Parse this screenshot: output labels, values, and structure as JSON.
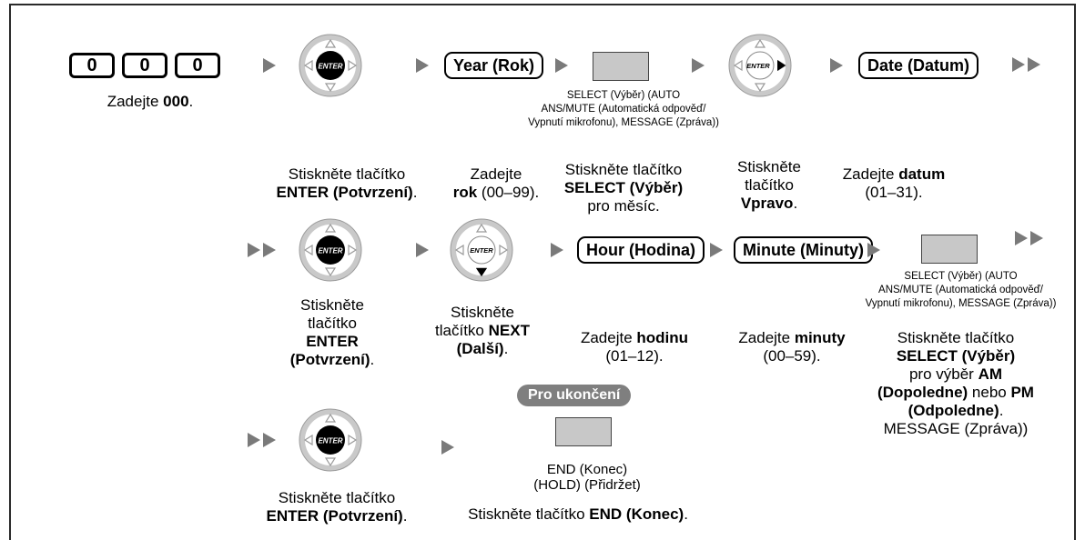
{
  "keys": {
    "zero_1": "0",
    "zero_2": "0",
    "zero_3": "0"
  },
  "enter_logo": "ENTER",
  "pills": {
    "year": "Year (Rok)",
    "date": "Date (Datum)",
    "hour": "Hour (Hodina)",
    "minute": "Minute (Minuty)",
    "end_badge": "Pro ukončení"
  },
  "captions": {
    "select_a": [
      "SELECT (Výběr) (AUTO",
      "ANS/MUTE (Automatická odpověď/",
      "Vypnutí mikrofonu), MESSAGE (Zpráva))"
    ],
    "select_b": [
      "SELECT (Výběr) (AUTO",
      "ANS/MUTE (Automatická odpověď/",
      "Vypnutí mikrofonu), MESSAGE (Zpráva))"
    ],
    "end_btn": [
      "END (Konec)",
      "(HOLD) (Přidržet)"
    ]
  },
  "steps": {
    "s000_a": "Zadejte ",
    "s000_b": "000",
    "s000_c": ".",
    "enter1_a": "Stiskněte tlačítko",
    "enter1_b": "ENTER (Potvrzení)",
    "enter1_c": ".",
    "rok_a": "Zadejte",
    "rok_b": "rok",
    "rok_c": " (00–99).",
    "sel1_a": "Stiskněte tlačítko",
    "sel1_b": "SELECT (Výběr)",
    "sel1_c": "pro měsíc.",
    "right_a": "Stiskněte",
    "right_b": "tlačítko",
    "right_c": "Vpravo",
    "right_d": ".",
    "datum_a": "Zadejte ",
    "datum_b": "datum",
    "datum_c": "(01–31).",
    "enter2_a": "Stiskněte",
    "enter2_b": "tlačítko",
    "enter2_c": "ENTER",
    "enter2_d": "(Potvrzení)",
    "enter2_e": ".",
    "next_a": "Stiskněte",
    "next_b": "tlačítko ",
    "next_c": "NEXT",
    "next_d": "(Další)",
    "next_e": ".",
    "hod_a": "Zadejte ",
    "hod_b": "hodinu",
    "hod_c": "(01–12).",
    "min_a": "Zadejte ",
    "min_b": "minuty",
    "min_c": "(00–59).",
    "ampm_1": "Stiskněte tlačítko",
    "ampm_2": "SELECT (Výběr)",
    "ampm_3a": "pro výběr ",
    "ampm_3b": "AM",
    "ampm_4a": "(Dopoledne)",
    "ampm_4b": " nebo ",
    "ampm_4c": "PM",
    "ampm_5a": "(Odpoledne)",
    "ampm_5b": ".",
    "ampm_6": "MESSAGE (Zpráva))",
    "enter3_a": "Stiskněte tlačítko",
    "enter3_b": "ENTER (Potvrzení)",
    "enter3_c": ".",
    "end_a": "Stiskněte tlačítko ",
    "end_b": "END (Konec)",
    "end_c": "."
  }
}
